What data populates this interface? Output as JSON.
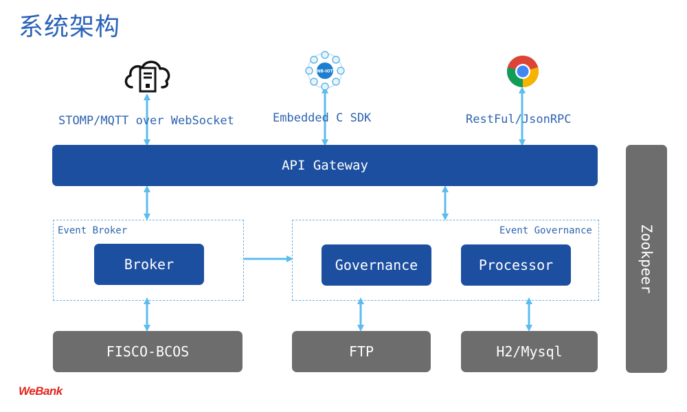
{
  "title": "系统架构",
  "clients": [
    {
      "icon": "cloud-server-icon",
      "label": "STOMP/MQTT over WebSocket"
    },
    {
      "icon": "nb-iot-icon",
      "icon_text": "NB-IOT",
      "label": "Embedded C SDK"
    },
    {
      "icon": "chrome-browser-icon",
      "label": "RestFul/JsonRPC"
    }
  ],
  "gateway": {
    "label": "API Gateway"
  },
  "event_broker": {
    "group_label": "Event Broker",
    "broker_label": "Broker"
  },
  "event_governance": {
    "group_label": "Event Governance",
    "governance_label": "Governance",
    "processor_label": "Processor"
  },
  "storage": {
    "fisco": "FISCO-BCOS",
    "ftp": "FTP",
    "db": "H2/Mysql"
  },
  "zookeeper": {
    "label": "Zookpeer"
  },
  "logo": {
    "text": "WeBank"
  },
  "colors": {
    "accent": "#1d4fa0",
    "arrow": "#5bbcef",
    "gray": "#6d6d6d",
    "title": "#2a63b8",
    "brand": "#e2231a"
  }
}
